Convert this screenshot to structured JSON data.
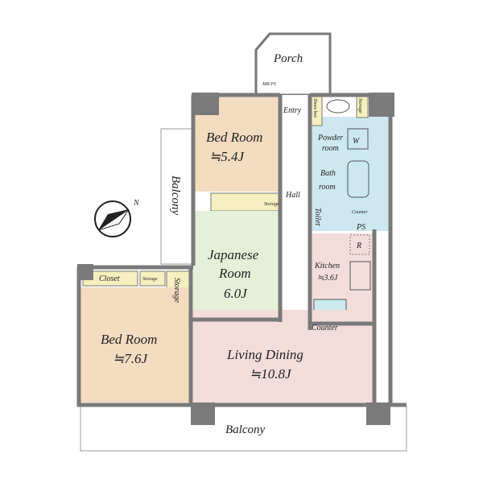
{
  "rooms": {
    "porch": "Porch",
    "mb_ps": "MB PS",
    "entry": "Entry",
    "shoes_box": "Shoes box",
    "storage_top": "Storage",
    "powder_room": [
      "Powder",
      "room"
    ],
    "washer": "W",
    "bath_room": [
      "Bath",
      "room"
    ],
    "hall": "Hall",
    "storage_hall": "Storage",
    "toilet": "Toilet",
    "counter_toilet": "Counter",
    "ps": "PS",
    "fridge": "R",
    "kitchen": [
      "Kitchen",
      "≒3.6J"
    ],
    "counter_kitchen": "Counter",
    "bed_room_1": [
      "Bed Room",
      "≒5.4J"
    ],
    "balcony_side": "Balcony",
    "japanese_room": [
      "Japanese",
      "Room",
      "6.0J"
    ],
    "closet": "Closet",
    "storage_small": "Storage",
    "storage_vertical": "Storage",
    "bed_room_2": [
      "Bed Room",
      "≒7.6J"
    ],
    "living_dining": [
      "Living Dining",
      "≒10.8J"
    ],
    "balcony_bottom": "Balcony"
  },
  "compass": {
    "label": "N"
  },
  "colors": {
    "bed": "#f3dcc0",
    "japanese": "#e4f1d8",
    "wet": "#cde8ef",
    "living": "#f3dddb",
    "storage": "#f6efbf",
    "wall": "#7a7a7a"
  }
}
